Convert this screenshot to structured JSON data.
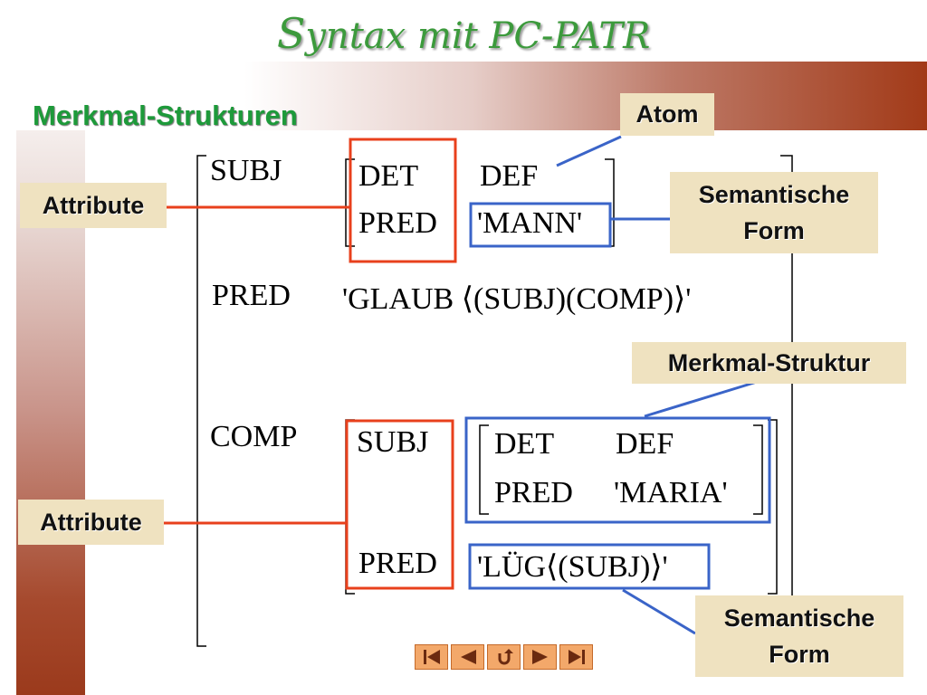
{
  "title": {
    "initial": "S",
    "rest": "yntax mit ",
    "highlight": "PC-PATR"
  },
  "heading": "Merkmal-Strukturen",
  "labels": {
    "atom": "Atom",
    "attribute_top": "Attribute",
    "attribute_bottom": "Attribute",
    "semantic_form_top": "Semantische Form",
    "semantic_form_bottom": "Semantische Form",
    "feature_structure": "Merkmal-Struktur"
  },
  "matrix": {
    "subj": "SUBJ",
    "pred": "PRED",
    "comp": "COMP",
    "subj_det": "DET",
    "subj_det_value": "DEF",
    "subj_pred": "PRED",
    "subj_pred_value": "'MANN'",
    "pred_value": "'GLAUB ⟨(SUBJ)(COMP)⟩'",
    "comp_subj": "SUBJ",
    "comp_pred": "PRED",
    "comp_subj_det": "DET",
    "comp_subj_det_value": "DEF",
    "comp_subj_pred": "PRED",
    "comp_subj_pred_value": "'MARIA'",
    "comp_pred_value": "'LÜG⟨(SUBJ)⟩'"
  },
  "navigation": {
    "icons": [
      "first-icon",
      "previous-icon",
      "return-icon",
      "next-icon",
      "last-icon"
    ]
  },
  "colors": {
    "attribute_box": "#e8401c",
    "value_box": "#3a64c8",
    "title_green": "#3c9a3c",
    "heading_green": "#1d9a3a",
    "label_bg": "#efe2c0"
  }
}
